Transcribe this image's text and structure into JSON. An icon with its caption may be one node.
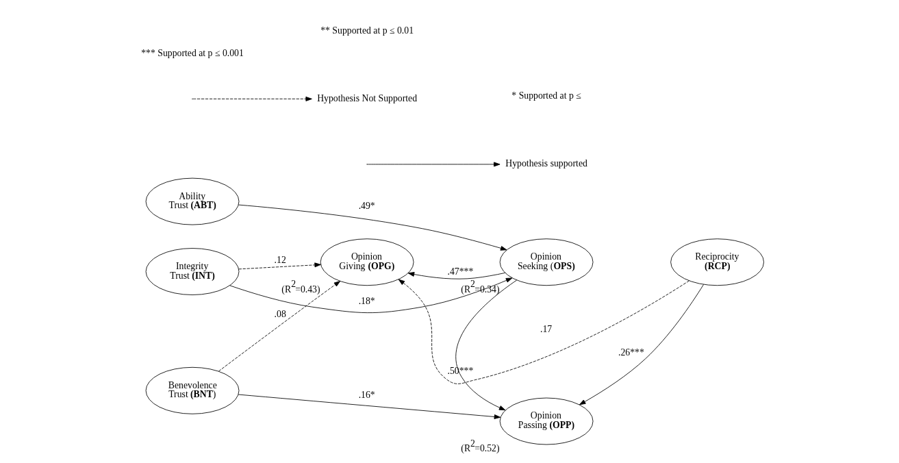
{
  "diagram": {
    "nodes": [
      {
        "text": [
          "Ability Trust **(ABT)**"
        ]
      },
      {
        "text": [
          "Integrity Trust **(INT)**"
        ]
      },
      {
        "text": [
          "Benevolence Trust **(BNT**)"
        ]
      },
      {
        "text": [
          "Opinion Seeking (**OPS)**"
        ],
        "beside": [
          "(R$^{2}$=0.34)"
        ]
      },
      {
        "text": [
          "Opinion Giving **(OPG)**"
        ],
        "beside": [
          "(R$^{2}$=0.43)"
        ]
      },
      {
        "text": [
          "Opinion Passing **(OPP)**"
        ],
        "beside": [
          "(R$^{2}$=0.52)"
        ]
      },
      {
        "text": [
          "Reciprocity **(RCP)**"
        ]
      }
    ],
    "edges": [
      {
        "from": 0,
        "to": 3,
        "arrow": "to",
        "label": ".49*"
      },
      {
        "from": 1,
        "to": 3,
        "arrow": "to",
        "label": ".18*"
      },
      {
        "from": 3,
        "to": 4,
        "arrow": "to",
        "label": ".47***"
      },
      {
        "from": 3,
        "to": 5,
        "arrow": "to",
        "label": ".50***"
      },
      {
        "from": 1,
        "to": 4,
        "arrow": "to",
        "label": ".12",
        "style": "dashed"
      },
      {
        "from": 6,
        "to": 4,
        "arrow": "to",
        "label": ".17",
        "style": "dashed"
      },
      {
        "from": 2,
        "to": 4,
        "arrow": "to",
        "label": ".08",
        "style": "dashed"
      },
      {
        "from": 6,
        "to": 5,
        "arrow": "to",
        "label": ".26***"
      },
      {
        "from": 2,
        "to": 5,
        "arrow": "to",
        "label": ".16*"
      }
    ],
    "labels": [
      "*** Supported at p ≤ 0.001",
      "** Supported at p ≤ 0.01",
      "* Supported at p ≤"
    ],
    "legend": [
      {
        "text": "Hypothesis Not Supported"
      },
      {
        "text": "Hypothesis supported"
      }
    ]
  }
}
